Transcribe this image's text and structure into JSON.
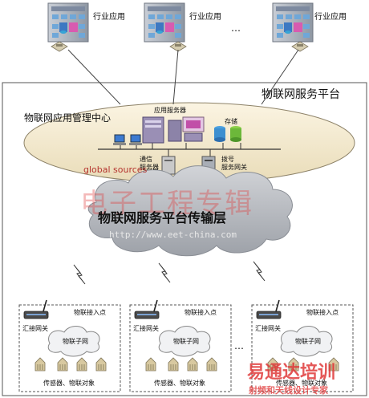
{
  "apps": [
    {
      "label": "行业应用"
    },
    {
      "label": "行业应用"
    },
    {
      "label": "行业应用"
    }
  ],
  "apps_ellipsis": "…",
  "platform_title": "物联网服务平台",
  "mgmt_center": "物联网应用管理中心",
  "app_server": "应用服务器",
  "storage": "存储",
  "comm_server": "通信\n服务器",
  "dial_gateway": "拨号\n服务网关",
  "watermark_global": "global sources",
  "watermark_eet": "电子工程专辑",
  "transport_layer": "物联网服务平台传输层",
  "url": "http://www.eet-china.com",
  "subnets": [
    {
      "access_point": "物联接入点",
      "gateway": "汇接网关",
      "subnet": "物联子网",
      "objects": "传感器、物联对象"
    },
    {
      "access_point": "物联接入点",
      "gateway": "汇接网关",
      "subnet": "物联子网",
      "objects": "传感器、物联对象"
    },
    {
      "access_point": "物联接入点",
      "gateway": "汇接网关",
      "subnet": "物联子网",
      "objects": "传感器、物联对象"
    }
  ],
  "subnet_ellipsis": "…",
  "watermark_training": "易通达培训",
  "watermark_training_sub": "射频和天线设计专家",
  "colors": {
    "cloud": "#b9bcc2",
    "ellipse": "#f4ead0",
    "line": "#444444",
    "watermark": "#e03a3a"
  }
}
